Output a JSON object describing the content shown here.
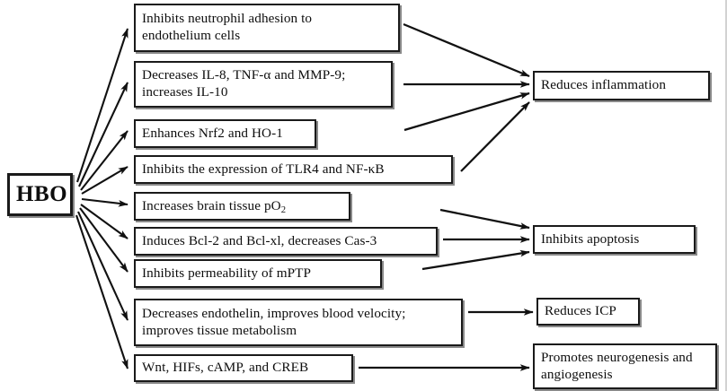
{
  "figure": {
    "title": "HBO mechanism flow diagram",
    "background_color": "#ffffff",
    "line_color": "#111111",
    "border_color": "#1a1a1a"
  },
  "source": {
    "id": "hbo",
    "label": "HBO"
  },
  "mechanisms": [
    {
      "id": "neutrophil",
      "label": "Inhibits neutrophil adhesion to\nendothelium cells"
    },
    {
      "id": "cytokines",
      "label": "Decreases IL-8, TNF-α and MMP-9;\nincreases IL-10"
    },
    {
      "id": "nrf2",
      "label": "Enhances Nrf2 and HO-1"
    },
    {
      "id": "tlr4",
      "label": "Inhibits the expression of TLR4 and NF-κB"
    },
    {
      "id": "po2",
      "label": "Increases brain tissue pO",
      "sub": "2"
    },
    {
      "id": "bcl2",
      "label": "Induces Bcl-2 and Bcl-xl, decreases Cas-3"
    },
    {
      "id": "mptp",
      "label": "Inhibits permeability of mPTP"
    },
    {
      "id": "endothelin",
      "label": "Decreases endothelin, improves blood velocity;\nimproves tissue metabolism"
    },
    {
      "id": "wnt",
      "label": "Wnt, HIFs, cAMP, and CREB"
    }
  ],
  "outcomes": [
    {
      "id": "inflammation",
      "label": "Reduces inflammation"
    },
    {
      "id": "apoptosis",
      "label": "Inhibits apoptosis"
    },
    {
      "id": "icp",
      "label": "Reduces ICP"
    },
    {
      "id": "neurogenesis",
      "label": "Promotes neurogenesis and\nangiogenesis"
    }
  ],
  "edges": [
    {
      "from": "hbo",
      "to": "neutrophil"
    },
    {
      "from": "hbo",
      "to": "cytokines"
    },
    {
      "from": "hbo",
      "to": "nrf2"
    },
    {
      "from": "hbo",
      "to": "tlr4"
    },
    {
      "from": "hbo",
      "to": "po2"
    },
    {
      "from": "hbo",
      "to": "bcl2"
    },
    {
      "from": "hbo",
      "to": "mptp"
    },
    {
      "from": "hbo",
      "to": "endothelin"
    },
    {
      "from": "hbo",
      "to": "wnt"
    },
    {
      "from": "neutrophil",
      "to": "inflammation"
    },
    {
      "from": "cytokines",
      "to": "inflammation"
    },
    {
      "from": "nrf2",
      "to": "inflammation"
    },
    {
      "from": "tlr4",
      "to": "inflammation"
    },
    {
      "from": "po2",
      "to": "apoptosis"
    },
    {
      "from": "bcl2",
      "to": "apoptosis"
    },
    {
      "from": "mptp",
      "to": "apoptosis"
    },
    {
      "from": "endothelin",
      "to": "icp"
    },
    {
      "from": "wnt",
      "to": "neurogenesis"
    }
  ]
}
